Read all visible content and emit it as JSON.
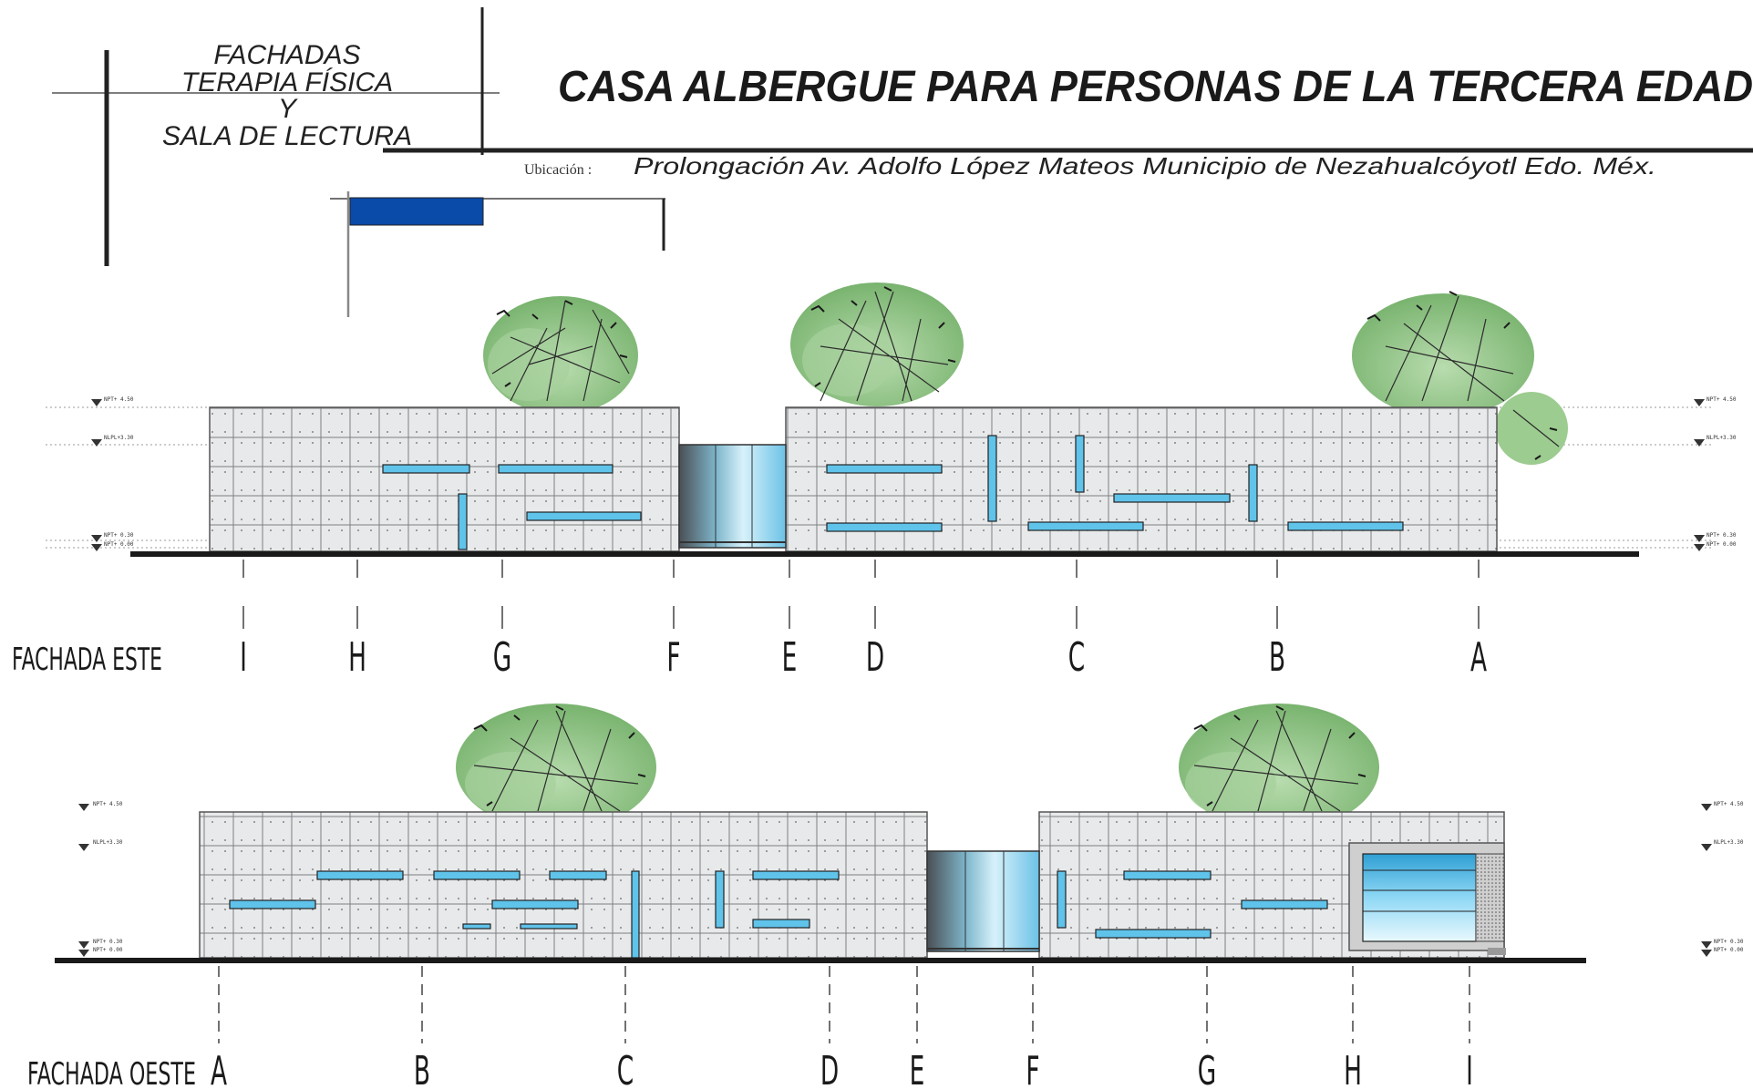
{
  "sheet": {
    "side_title": [
      "FACHADAS",
      "TERAPIA FÍSICA",
      "Y",
      "SALA DE LECTURA"
    ],
    "title": "CASA ALBERGUE PARA PERSONAS DE LA TERCERA EDAD",
    "location_label": "Ubicación :",
    "location": "Prolongación Av.  Adolfo López Mateos Municipio de Nezahualcóyotl Edo. Méx.",
    "accent_color": "#0a4aa8",
    "glass_color": "#5fc3ea"
  },
  "elevations": [
    {
      "id": "este",
      "label": "FACHADA ESTE",
      "axes": [
        "I",
        "H",
        "G",
        "F",
        "E",
        "D",
        "C",
        "B",
        "A"
      ],
      "levels": [
        "NPT+ 4.50",
        "NLPL+3.30",
        "NPT+ 0.30",
        "NPT+ 0.00"
      ]
    },
    {
      "id": "oeste",
      "label": "FACHADA OESTE",
      "axes": [
        "A",
        "B",
        "C",
        "D",
        "E",
        "F",
        "G",
        "H",
        "I"
      ],
      "levels": [
        "NPT+ 4.50",
        "NLPL+3.30",
        "NPT+ 0.30",
        "NPT+ 0.00"
      ]
    }
  ]
}
